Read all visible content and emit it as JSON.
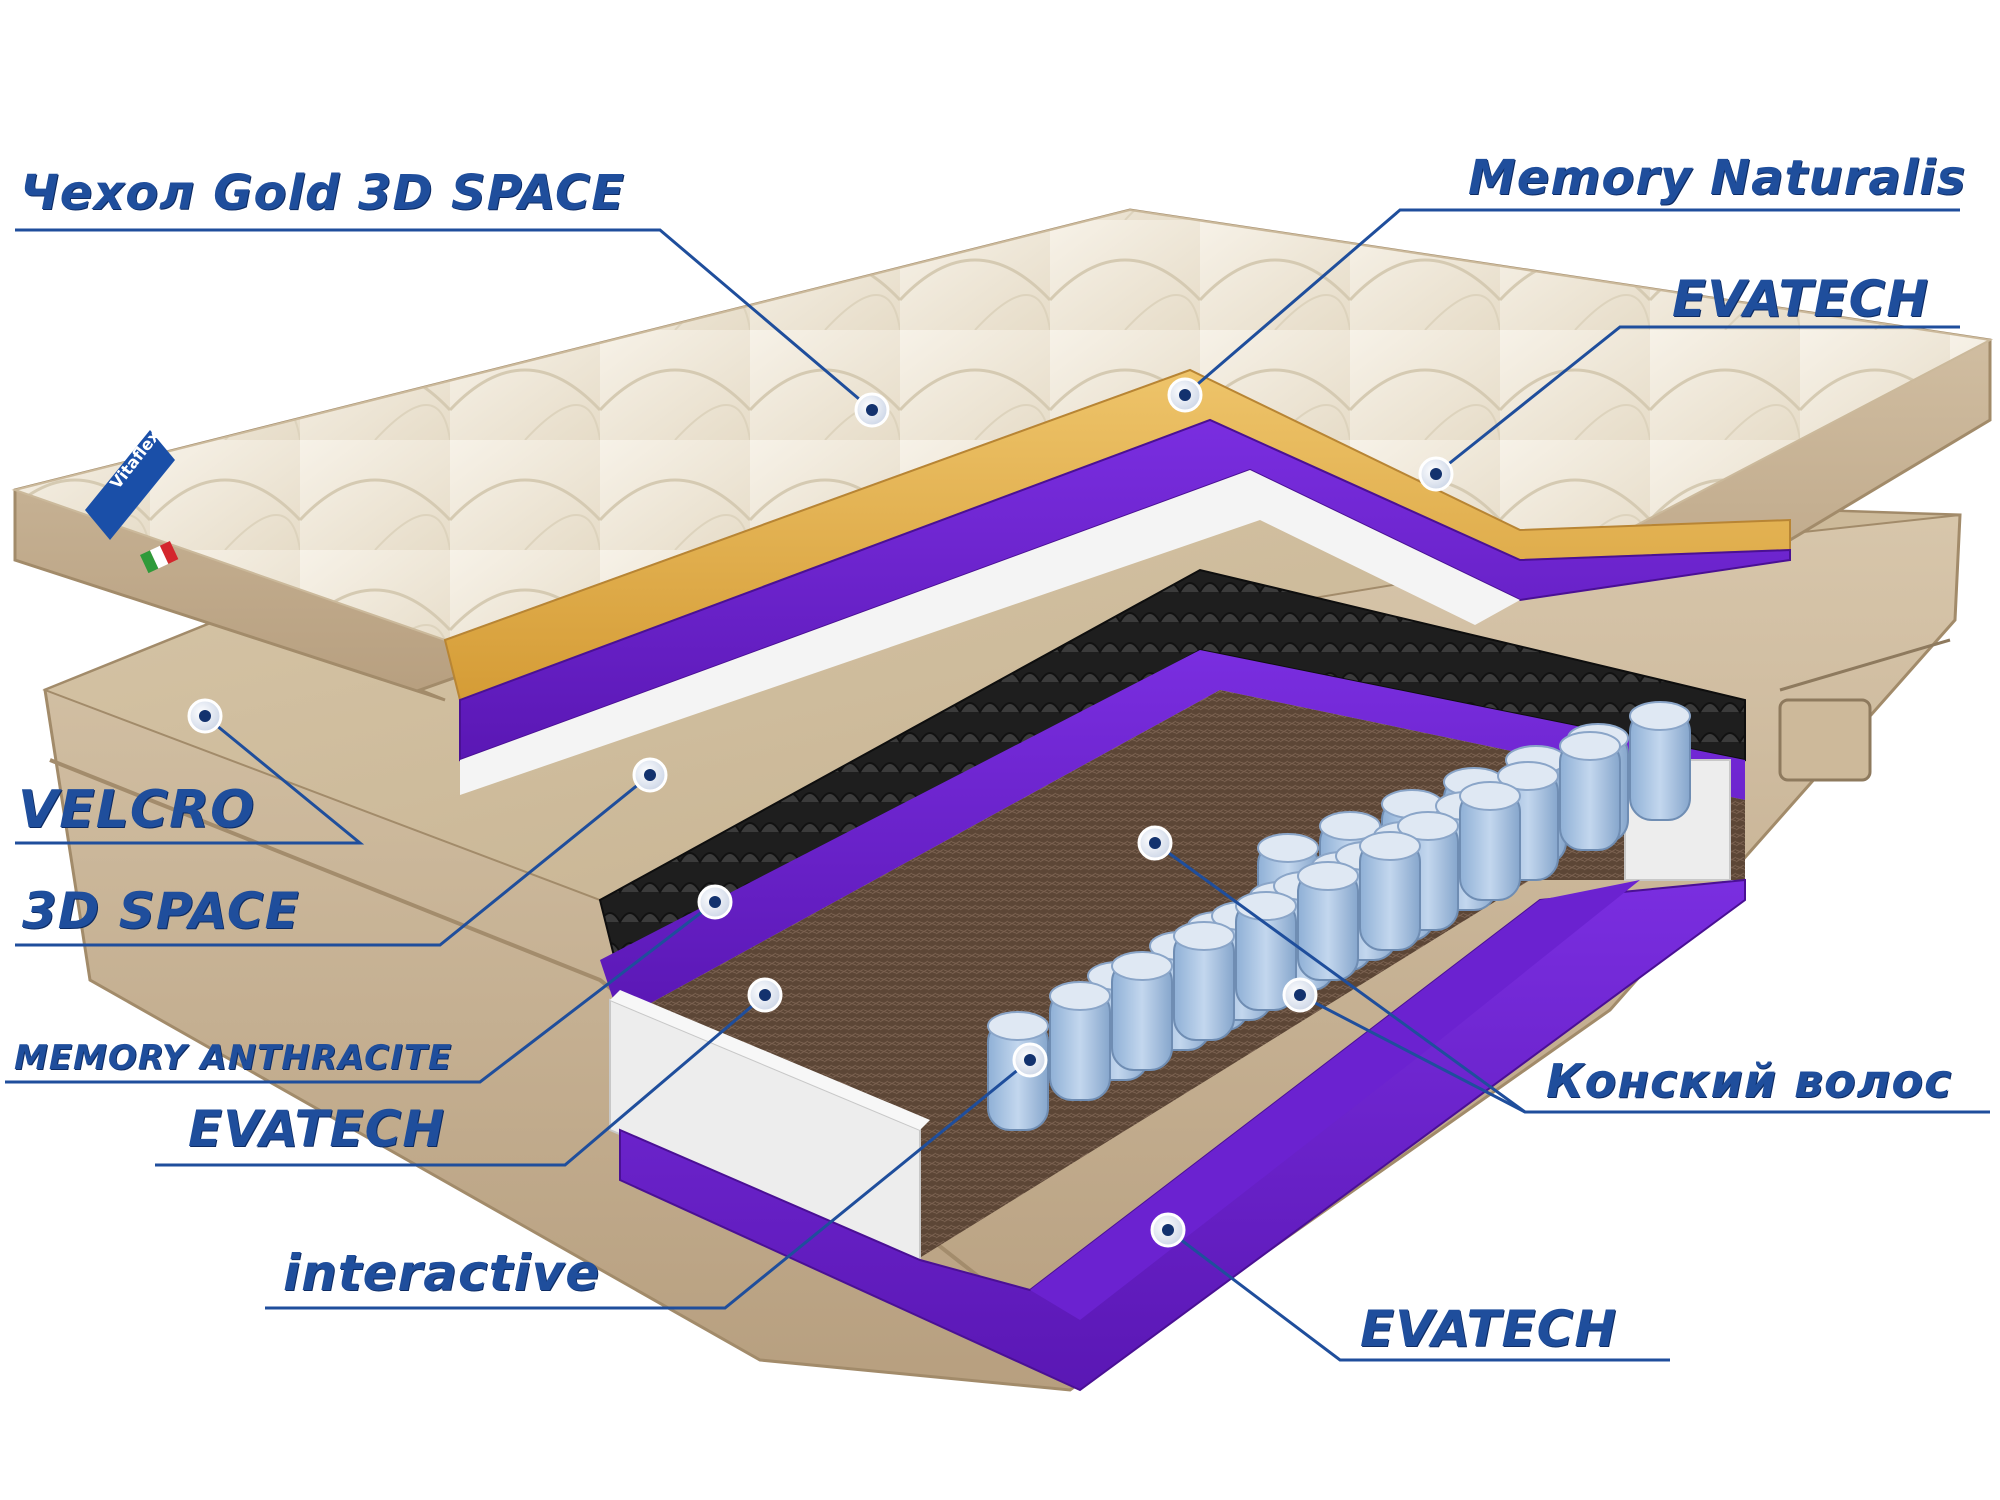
{
  "brand": {
    "logo_text": "Vitaflex",
    "flag": [
      "#2f9a3a",
      "#ffffff",
      "#d4262d"
    ]
  },
  "colors": {
    "label": "#1f4e9c",
    "leader": "#1f4e9c",
    "evatech": "#6a1fc9",
    "memory": "#e2b04c",
    "cover": "#efe8da",
    "side": "#bfa989",
    "anthracite": "#262626",
    "coconut": "#5c4636",
    "spring": "#a8c3e2",
    "block": "#ececec"
  },
  "labels": [
    {
      "id": "cover",
      "text": "Чехол Gold 3D SPACE"
    },
    {
      "id": "memory_naturalis",
      "text": "Memory Naturalis"
    },
    {
      "id": "evatech_top",
      "text": "EVATECH"
    },
    {
      "id": "velcro",
      "text": "VELCRO"
    },
    {
      "id": "space3d",
      "text": "3D SPACE"
    },
    {
      "id": "memory_anthracite",
      "text": "MEMORY ANTHRACITE"
    },
    {
      "id": "evatech_mid",
      "text": "EVATECH"
    },
    {
      "id": "horsehair",
      "text": "Конский волос"
    },
    {
      "id": "interactive",
      "text": "interactive"
    },
    {
      "id": "evatech_bottom",
      "text": "EVATECH"
    }
  ]
}
